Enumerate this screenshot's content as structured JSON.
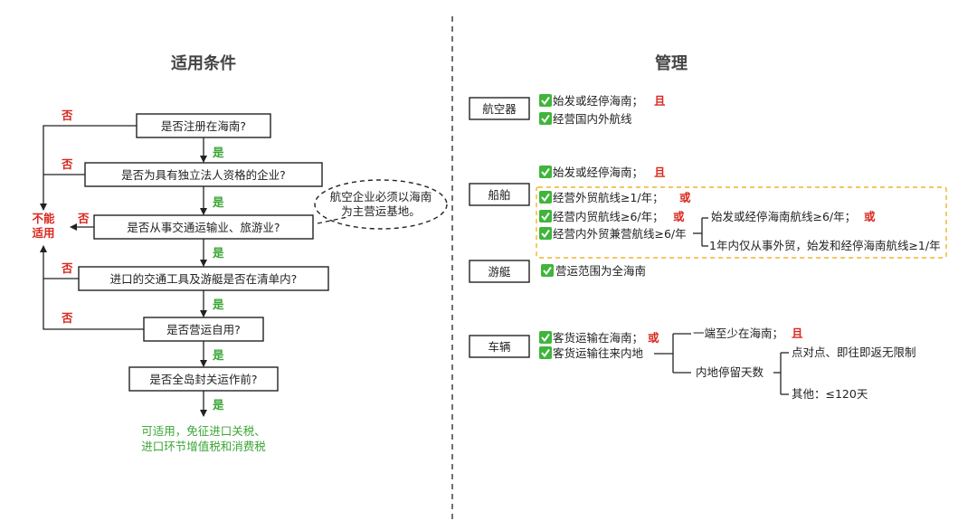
{
  "left": {
    "title": "适用条件",
    "questions": [
      "是否注册在海南?",
      "是否为具有独立法人资格的企业?",
      "是否从事交通运输业、旅游业?",
      "进口的交通工具及游艇是否在清单内?",
      "是否营运自用?",
      "是否全岛封关运作前?"
    ],
    "yes_label": "是",
    "no_label": "否",
    "not_applicable": [
      "不能",
      "适用"
    ],
    "callout": [
      "航空企业必须以海南",
      "为主营运基地。"
    ],
    "result": [
      "可适用，免征进口关税、",
      "进口环节增值税和消费税"
    ]
  },
  "right": {
    "title": "管理",
    "and_label": "且",
    "or_label": "或",
    "aircraft": {
      "label": "航空器",
      "items": [
        "始发或经停海南；",
        "经营国内外航线"
      ]
    },
    "ship": {
      "label": "船舶",
      "items": [
        "始发或经停海南；",
        "经营外贸航线≥1/年；",
        "经营内贸航线≥6/年；",
        "经营内外贸兼营航线≥6/年"
      ],
      "sub": [
        "始发或经停海南航线≥6/年；",
        "1年内仅从事外贸，始发和经停海南航线≥1/年"
      ]
    },
    "yacht": {
      "label": "游艇",
      "items": [
        "营运范围为全海南"
      ]
    },
    "vehicle": {
      "label": "车辆",
      "items": [
        "客货运输在海南；",
        "客货运输往来内地"
      ],
      "branch1": "一端至少在海南；",
      "branch2": "内地停留天数",
      "sub": [
        "点对点、即往即返无限制",
        "其他：≤120天"
      ]
    }
  },
  "colors": {
    "red": "#d8291f",
    "green": "#3aa534",
    "check_green": "#3fb53a",
    "dashed_box": "#f0b429"
  }
}
